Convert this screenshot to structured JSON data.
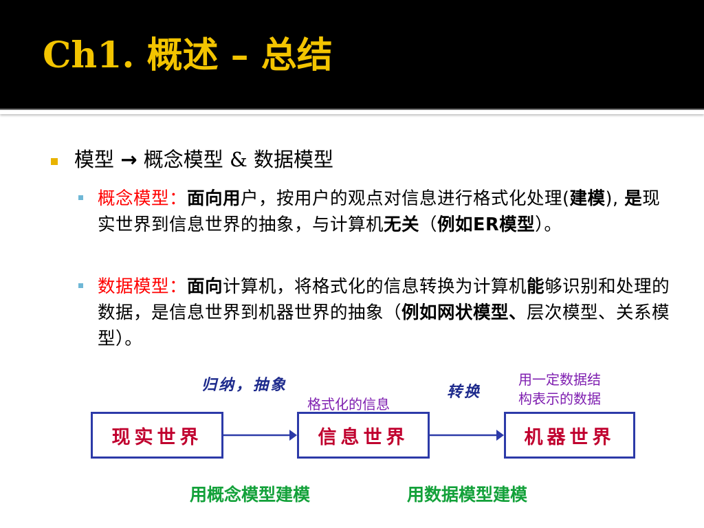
{
  "title": "Ch1. 概述 – 总结",
  "main_bullet": {
    "part1": "模型",
    "arrow": "→",
    "part2": "概念模型",
    "amp": "&",
    "part3": "数据模型"
  },
  "sub1": {
    "term": "概念模型",
    "colon": "：",
    "s1": "面向用",
    "s2": "户，按用户的观点对信息进行格式化处理(",
    "s3": "建模",
    "s4": "),",
    "s5": "是",
    "s6": "现实世界到信息世界的抽象，与计算机",
    "s7": "无关",
    "s8": "（",
    "s9": "例如ER模型",
    "s10": "）。"
  },
  "sub2": {
    "term": "数据模型",
    "colon": "：",
    "s1": "面向",
    "s2": "计算机，将格式化的信息转换为计算机",
    "s3": "能",
    "s4": "够识别和处理的数据，是信息世界到机器世界的抽象",
    "s5": "（",
    "s6": "例如网状模型、",
    "s7": "层次模型、关系模型）。"
  },
  "diagram": {
    "box_real": "现实世界",
    "box_info": "信息世界",
    "box_machine": "机器世界",
    "label_abstract": "归纳，抽象",
    "label_info_formatted": "格式化的信息",
    "label_transform": "转换",
    "label_struct_line1": "用一定数据结",
    "label_struct_line2": "构表示的数据",
    "label_concept_modeling": "用概念模型建模",
    "label_data_modeling": "用数据模型建模"
  },
  "colors": {
    "title": "#f3c400",
    "term_red": "#ff0000",
    "box_border": "#2c3aa8",
    "box_text": "#c0002e",
    "purple_label": "#7f1fb0",
    "green_label": "#13a13a"
  }
}
